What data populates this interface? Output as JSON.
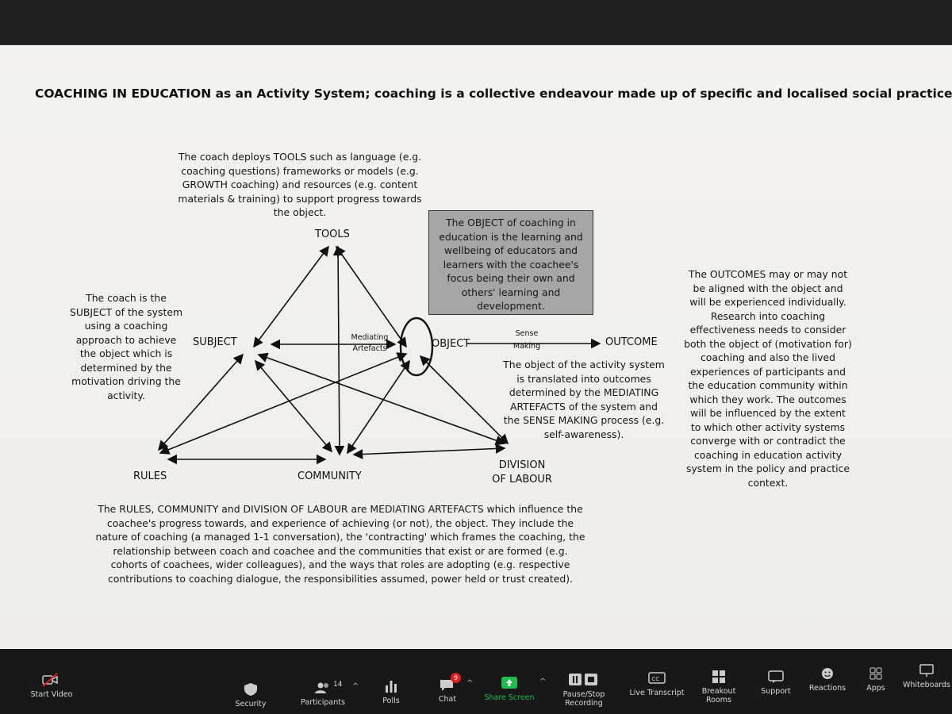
{
  "slide": {
    "title": "COACHING IN EDUCATION as an Activity System; coaching is a collective endeavour made up of specific and localised social practice",
    "tools_description": "The coach deploys TOOLS such as language (e.g. coaching questions) frameworks or models (e.g. GROWTH coaching) and resources (e.g. content materials & training) to support progress towards the object.",
    "subject_description": "The coach is the SUBJECT of the system using a coaching approach to achieve the object which is determined by the motivation driving the activity.",
    "object_box": "The OBJECT of coaching in education is the learning and wellbeing of educators and learners with the coachee's focus being their own and others' learning and development.",
    "outcomes_description": "The OUTCOMES may or may not be aligned with the object and will be experienced individually. Research into coaching effectiveness needs to consider both the object of (motivation for) coaching and also the lived experiences of participants and the education community within which they work. The outcomes will be influenced by the extent to which other activity systems converge with or contradict the coaching in education activity system in the policy and practice context.",
    "object_translation": "The object of the activity system is translated into outcomes determined by the MEDIATING ARTEFACTS of the system and the SENSE MAKING process (e.g. self-awareness).",
    "bottom_description": "The RULES, COMMUNITY and DIVISION OF LABOUR are MEDIATING ARTEFACTS which influence the coachee's progress towards, and experience of achieving (or not), the object. They include the nature of coaching (a managed 1-1 conversation), the 'contracting' which frames the coaching, the relationship between coach and coachee and the communities that exist or are formed (e.g. cohorts of coachees, wider colleagues), and the ways that roles are adopting (e.g. respective contributions to coaching dialogue, the responsibilities assumed, power held or trust created).",
    "nodes": {
      "tools": "TOOLS",
      "subject": "SUBJECT",
      "object": "OBJECT",
      "outcome": "OUTCOME",
      "rules": "RULES",
      "community": "COMMUNITY",
      "division_of_labour": "DIVISION OF LABOUR"
    },
    "edge_labels": {
      "mediating": "Mediating",
      "artefacts": "Artefacts",
      "sense": "Sense",
      "making": "Making"
    }
  },
  "toolbar": {
    "start_video": "Start Video",
    "security": "Security",
    "participants": "Participants",
    "participants_count": "14",
    "polls": "Polls",
    "chat": "Chat",
    "chat_badge": "9",
    "share_screen": "Share Screen",
    "pause_recording": "Pause/Stop Recording",
    "live_transcript": "Live Transcript",
    "breakout_rooms": "Breakout Rooms",
    "support": "Support",
    "reactions": "Reactions",
    "apps": "Apps",
    "whiteboards": "Whiteboards",
    "accent_color": "#1fbd4c",
    "badge_color": "#e02020"
  }
}
